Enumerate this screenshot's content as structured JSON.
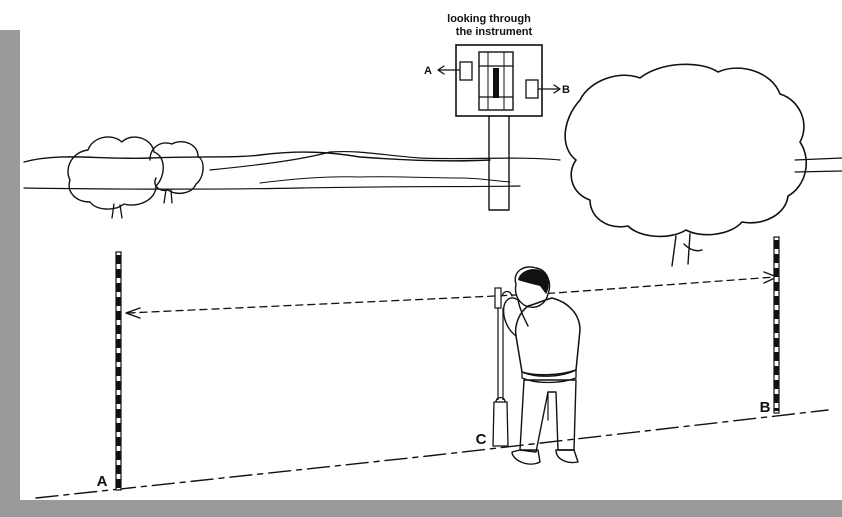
{
  "inset": {
    "caption_line1": "looking through",
    "caption_line2": "the instrument",
    "label_a": "A",
    "label_b": "B"
  },
  "points": {
    "a": "A",
    "b": "B",
    "c": "C"
  },
  "colors": {
    "frame_shadow": "#9a9a9a",
    "ink": "#111111",
    "paper": "#ffffff"
  }
}
